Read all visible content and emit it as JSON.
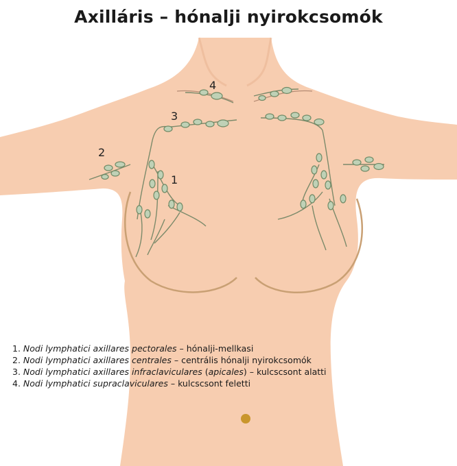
{
  "title": "Axilláris – hónalji nyirokcsomók",
  "colors": {
    "skin": "#f7cdb0",
    "skin_shadow": "#e7b28f",
    "outline": "#c9a074",
    "node_fill": "#bfd1b6",
    "node_stroke": "#6f8a66",
    "vessel": "#7b8a6a",
    "navel": "#c9962c"
  },
  "labels": {
    "n1": "1",
    "n2": "2",
    "n3": "3",
    "n4": "4"
  },
  "legend": [
    {
      "num": "1.",
      "latin": "Nodi lymphatici axillares pectorales",
      "sep": " – ",
      "desc": "hónalji-mellkasi"
    },
    {
      "num": "2.",
      "latin": "Nodi lymphatici axillares centrales",
      "sep": " – ",
      "desc": "centrális hónalji nyirokcsomók"
    },
    {
      "num": "3.",
      "latin": "Nodi lymphatici axillares infraclaviculares",
      "mid_open": " (",
      "mid_latin": "apicales",
      "mid_close": ")",
      "sep": " – ",
      "desc": "kulcscsont alatti"
    },
    {
      "num": "4.",
      "latin": "Nodi lymphatici supraclaviculares",
      "sep": " – ",
      "desc": "kulcscsont feletti"
    }
  ]
}
